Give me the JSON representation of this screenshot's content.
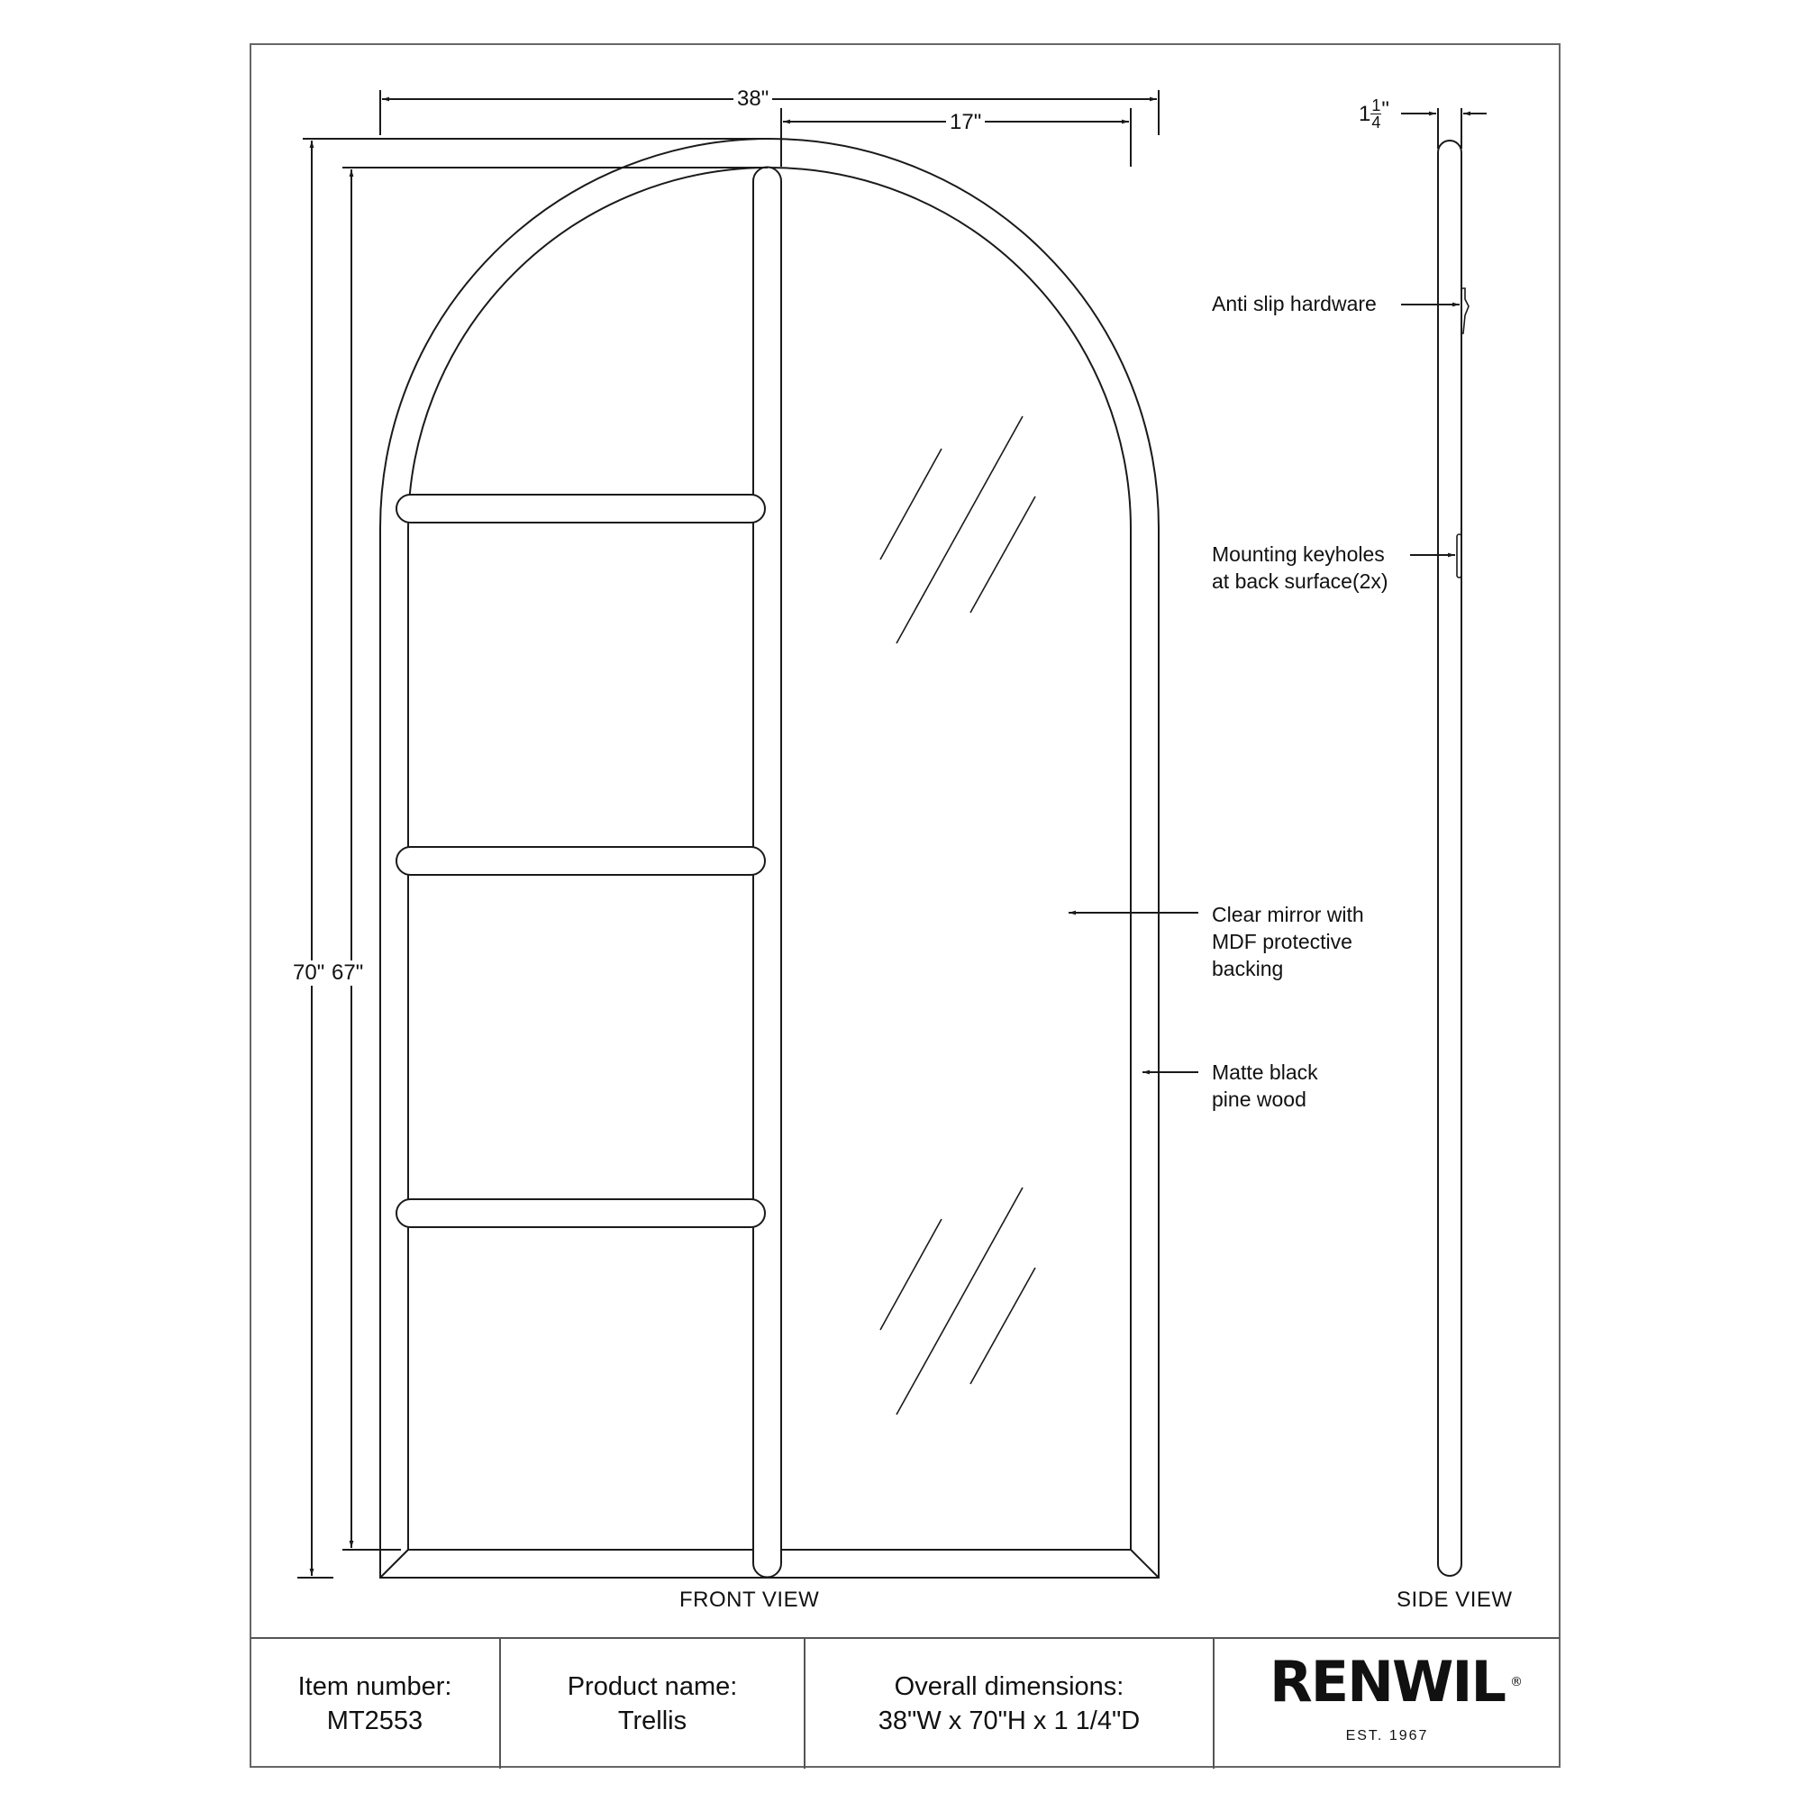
{
  "drawing": {
    "views": {
      "front": "FRONT VIEW",
      "side": "SIDE VIEW"
    },
    "dimensions": {
      "overall_width": "38\"",
      "half_width": "17\"",
      "overall_height": "70\"",
      "inner_height": "67\"",
      "depth_whole": "1",
      "depth_num": "1",
      "depth_den": "4",
      "depth_unit": "\""
    },
    "callouts": [
      {
        "id": "anti-slip",
        "text": "Anti slip hardware"
      },
      {
        "id": "keyholes",
        "text": "Mounting keyholes\nat back surface(2x)"
      },
      {
        "id": "mirror",
        "text": "Clear mirror with\nMDF protective\nbacking"
      },
      {
        "id": "frame",
        "text": "Matte black\npine wood"
      }
    ],
    "line_color": "#1a1a1a",
    "border_color": "#555555"
  },
  "title_block": {
    "item": {
      "label": "Item number:",
      "value": "MT2553"
    },
    "product": {
      "label": "Product name:",
      "value": "Trellis"
    },
    "dims": {
      "label": "Overall dimensions:",
      "value": "38\"W x 70\"H x 1 1/4\"D"
    },
    "brand": {
      "name": "RENWIL",
      "mark": "®",
      "tagline": "EST. 1967"
    }
  }
}
